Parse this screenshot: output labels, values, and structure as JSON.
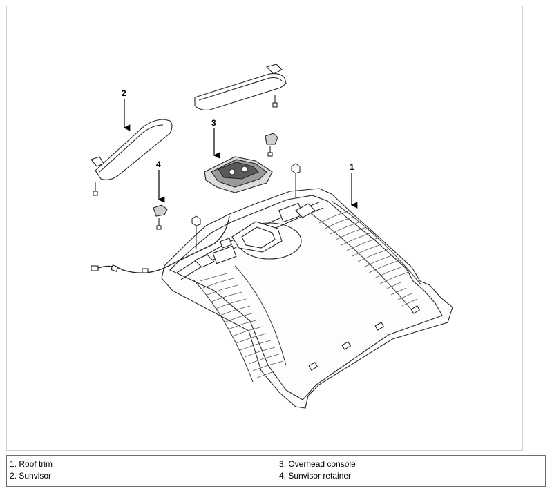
{
  "callouts": {
    "roof_trim": "1",
    "sunvisor": "2",
    "overhead_console": "3",
    "sunvisor_retainer": "4"
  },
  "legend": {
    "col1": [
      "1. Roof trim",
      "2. Sunvisor"
    ],
    "col2": [
      "3. Overhead console",
      "4. Sunvisor retainer"
    ]
  }
}
